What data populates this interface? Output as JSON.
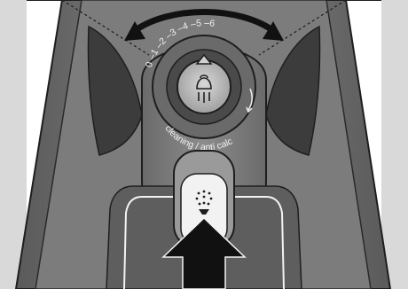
{
  "dial": {
    "scale_labels": [
      "0",
      "1",
      "2",
      "3",
      "4",
      "5",
      "6"
    ],
    "mode_label": "cleaning / anti calc"
  },
  "icons": {
    "dial_center": "steam-iron-icon",
    "button": "steam-burst-icon",
    "rotate_arrow": "double-headed-curved-arrow-icon",
    "press_arrow": "press-up-arrow-icon"
  },
  "colors": {
    "background": "#ffffff",
    "iron_body": "#6e6e6e",
    "iron_dark": "#3c3c3c",
    "outline": "#1e1e1e"
  }
}
